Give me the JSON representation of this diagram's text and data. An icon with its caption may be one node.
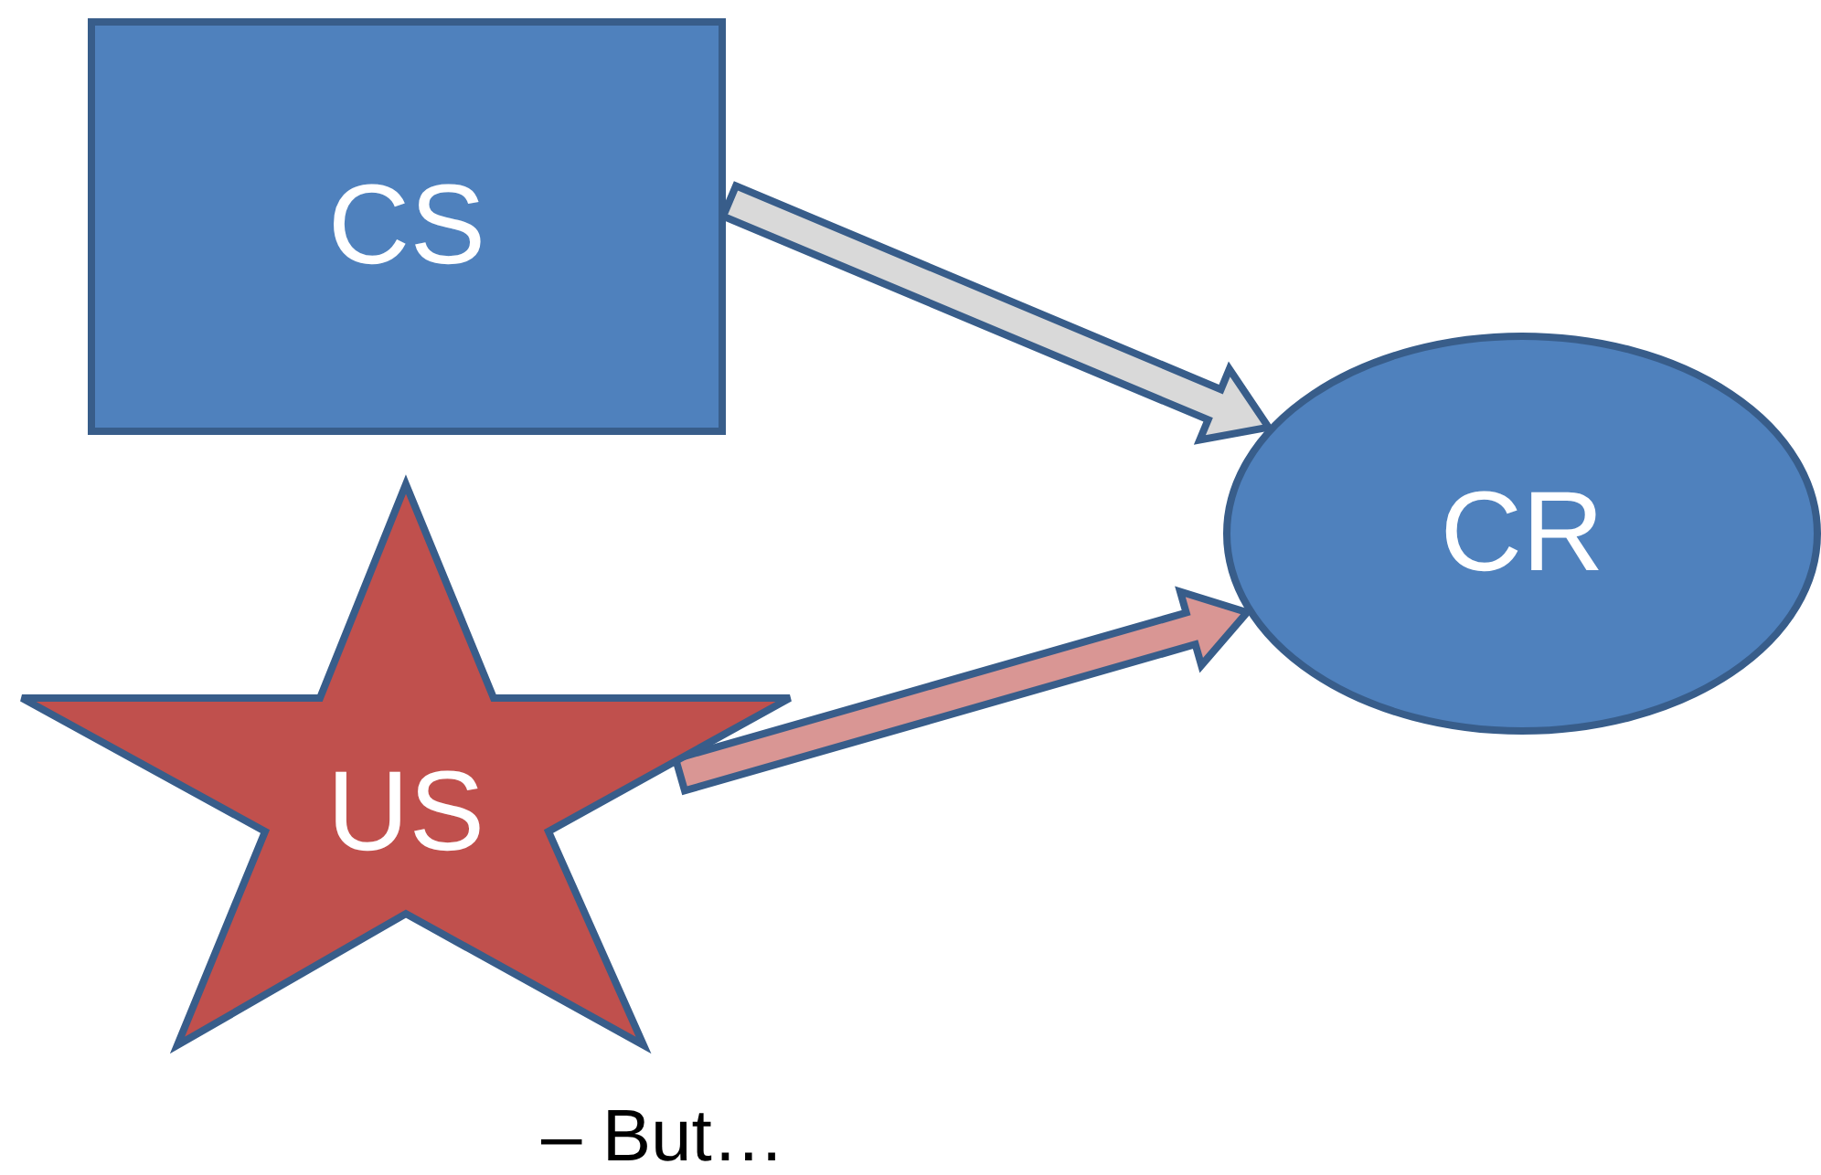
{
  "diagram": {
    "nodes": [
      {
        "text": [
          "CS"
        ]
      },
      {
        "text": [
          "US"
        ]
      },
      {
        "text": [
          "CR"
        ]
      }
    ],
    "edges": [
      {
        "from": 0,
        "to": 2,
        "arrow": "to",
        "color": "#d9d9d9"
      },
      {
        "from": 1,
        "to": 2,
        "arrow": "to",
        "color": "#d99694"
      }
    ],
    "labels": [
      "– But…"
    ]
  }
}
